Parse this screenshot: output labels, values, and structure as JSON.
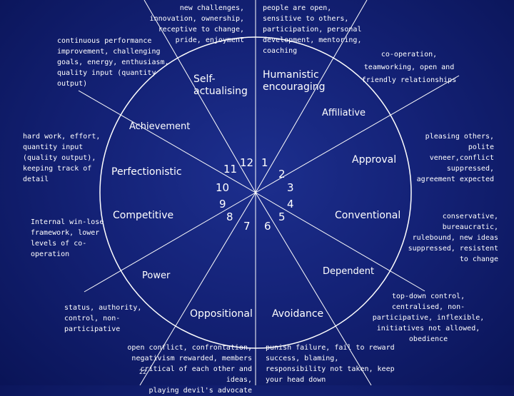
{
  "diagram": {
    "clusters": {
      "achievement": "Achievement",
      "affiliative": "Affiliative",
      "power": "Power",
      "dependent": "Dependent"
    },
    "styles": {
      "self_actualising": "Self-\nactualising",
      "humanistic": "Humanistic\nencouraging",
      "approval": "Approval",
      "conventional": "Conventional",
      "avoidance": "Avoidance",
      "oppositional": "Oppositional",
      "competitive": "Competitive",
      "perfectionistic": "Perfectionistic"
    },
    "clock_numbers": [
      "12",
      "1",
      "2",
      "3",
      "4",
      "5",
      "6",
      "7",
      "8",
      "9",
      "10",
      "11"
    ],
    "notes": {
      "self_actualising": "new challenges,\ninnovation, ownership,\nreceptive to change,\npride, enjoyment",
      "humanistic": "people are open,\nsensitive to others,\nparticipation, personal\ndevelopment, mentoring,\ncoaching",
      "affiliative": "co-operation,\nteamworking, open and\nfriendly relationships",
      "approval": "pleasing others, polite\nveneer,conflict\nsuppressed,\nagreement expected",
      "conventional": "conservative,\nbureaucratic,\nrulebound, new ideas\nsuppressed, resistent\nto change",
      "dependent": "top-down control,\ncentralised, non-\nparticipative, inflexible,\ninitiatives not allowed,\nobedience",
      "avoidance": "punish failure, fail to reward\nsuccess, blaming,\nresponsibility not taken, keep\nyour head down",
      "oppositional": "open conflict, confrontation,\nnegativism rewarded, members\ncritical of each other and ideas,\nplaying devil's advocate",
      "power": "status, authority,\ncontrol, non-\nparticipative",
      "competitive": "Internal win-lose\nframework, lower\nlevels of co-\noperation",
      "perfectionistic": "hard work, effort,\nquantity input\n(quality output),\nkeeping track of\ndetail",
      "achievement": "continuous performance\nimprovement, challenging\ngoals, energy, enthusiasm,\nquality input (quantity\noutput)"
    },
    "page_number": "22"
  },
  "colors": {
    "background": "#142277",
    "lines": "#ffffff",
    "text": "#ffffff"
  }
}
